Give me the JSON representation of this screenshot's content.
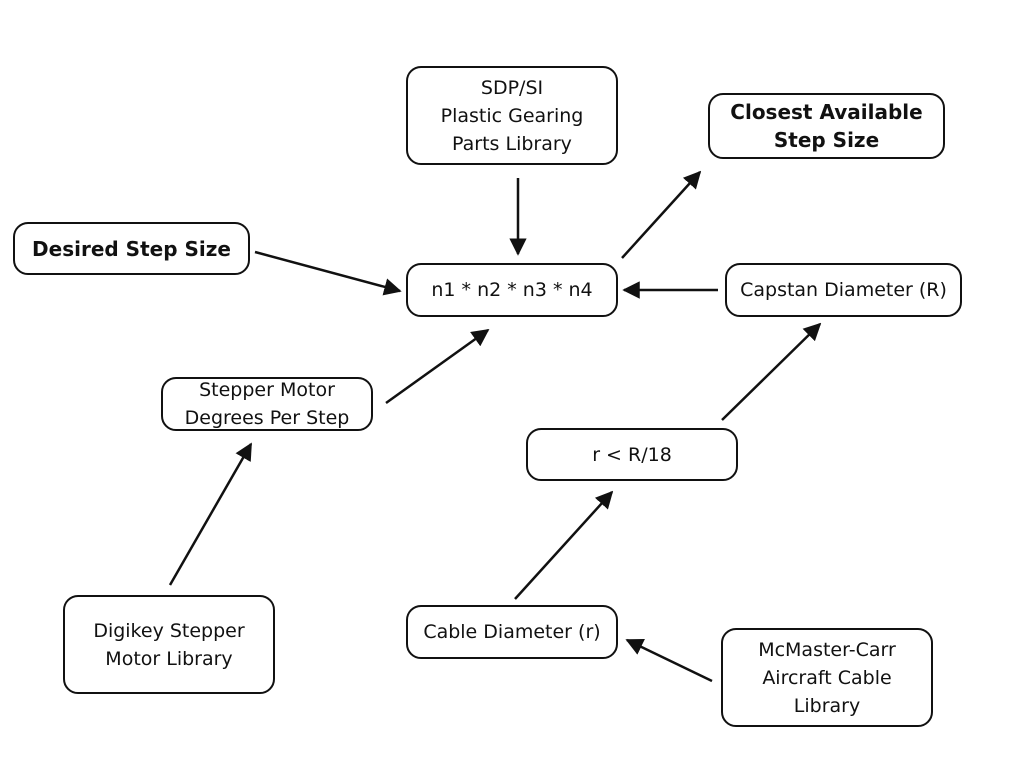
{
  "diagram": {
    "nodes": {
      "sdp_si_library": {
        "lines": [
          "SDP/SI",
          "Plastic Gearing",
          "Parts Library"
        ]
      },
      "closest_step_size": {
        "lines": [
          "Closest Available",
          "Step Size"
        ]
      },
      "desired_step_size": {
        "lines": [
          "Desired Step Size"
        ]
      },
      "gear_ratio_product": {
        "lines": [
          "n1 * n2 * n3 * n4"
        ]
      },
      "capstan_diameter": {
        "lines": [
          "Capstan Diameter (R)"
        ]
      },
      "stepper_degrees": {
        "lines": [
          "Stepper Motor",
          "Degrees Per Step"
        ]
      },
      "cable_constraint": {
        "lines": [
          "r < R/18"
        ]
      },
      "digikey_library": {
        "lines": [
          "Digikey Stepper",
          "Motor Library"
        ]
      },
      "cable_diameter": {
        "lines": [
          "Cable Diameter (r)"
        ]
      },
      "mcmaster_library": {
        "lines": [
          "McMaster-Carr",
          "Aircraft Cable",
          "Library"
        ]
      }
    },
    "edges": [
      {
        "from": "sdp_si_library",
        "to": "gear_ratio_product"
      },
      {
        "from": "gear_ratio_product",
        "to": "closest_step_size"
      },
      {
        "from": "desired_step_size",
        "to": "gear_ratio_product"
      },
      {
        "from": "capstan_diameter",
        "to": "gear_ratio_product"
      },
      {
        "from": "stepper_degrees",
        "to": "gear_ratio_product"
      },
      {
        "from": "cable_constraint",
        "to": "capstan_diameter"
      },
      {
        "from": "digikey_library",
        "to": "stepper_degrees"
      },
      {
        "from": "cable_diameter",
        "to": "cable_constraint"
      },
      {
        "from": "mcmaster_library",
        "to": "cable_diameter"
      }
    ],
    "colors": {
      "stroke": "#111111",
      "background": "#ffffff",
      "text": "#111111"
    }
  }
}
